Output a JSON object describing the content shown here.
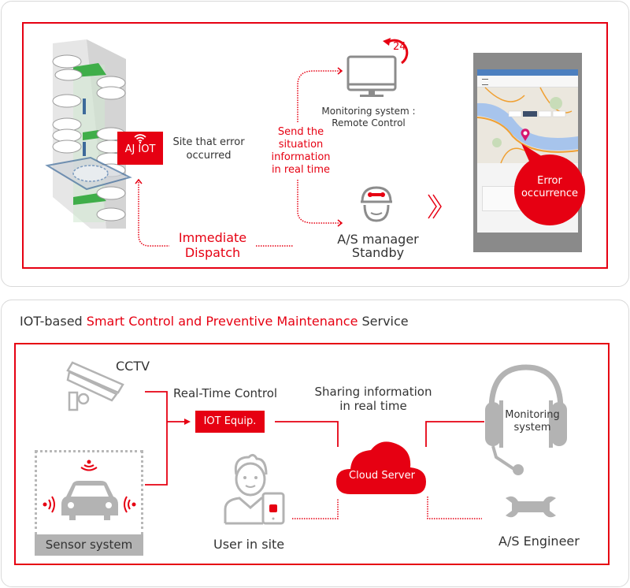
{
  "colors": {
    "accent": "#e60012",
    "icon_gray": "#b3b3b3",
    "text_dark": "#333333",
    "panel_border": "#d9d9d9",
    "green": "#3fae49"
  },
  "top_panel": {
    "site_badge": {
      "label": "AJ IOT",
      "icon": "wifi-icon"
    },
    "site_caption": "Site that error\noccurred",
    "send_label": "Send the\nsituation\ninformation\nin real time",
    "dispatch_label": "Immediate\nDispatch",
    "monitoring": {
      "caption": "Monitoring system :\nRemote Control",
      "badge_24": "24",
      "icon": "monitor-icon"
    },
    "as_manager": {
      "caption": "A/S manager\nStandby",
      "icon": "repairman-cap-icon"
    },
    "phone": {
      "error_bubble": "Error\noccurrence",
      "icon": "map-pin-icon"
    }
  },
  "bottom_panel": {
    "title_prefix": "IOT-based ",
    "title_highlight": "Smart Control and Preventive Maintenance",
    "title_suffix": " Service",
    "cctv_label": "CCTV",
    "realtime_control_label": "Real-Time Control",
    "iot_equip_label": "IOT Equip.",
    "sharing_label": "Sharing information\nin real time",
    "cloud_label": "Cloud Server",
    "monitoring_label": "Monitoring\nsystem",
    "sensor_label": "Sensor system",
    "user_label": "User in site",
    "engineer_label": "A/S Engineer"
  }
}
